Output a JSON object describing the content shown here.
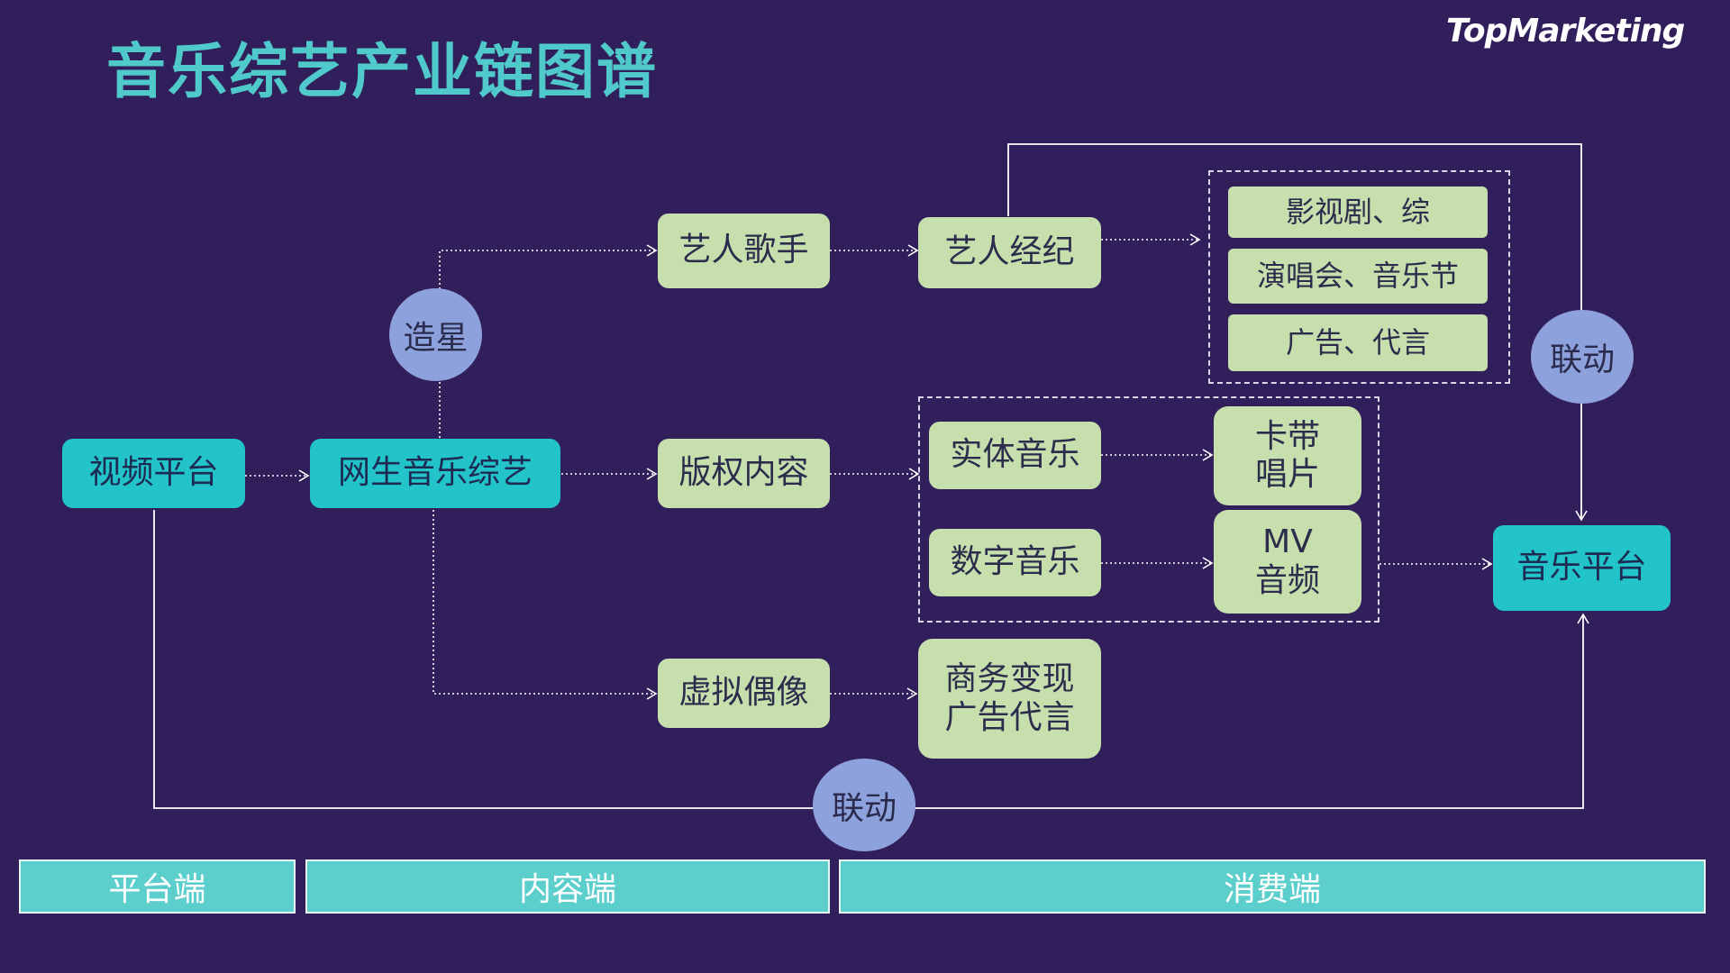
{
  "title": "音乐综艺产业链图谱",
  "logo": "TopMarketing",
  "nodes": {
    "video_platform": "视频平台",
    "online_variety": "网生音乐综艺",
    "star_making": "造星",
    "artist_singer": "艺人歌手",
    "artist_agency": "艺人经纪",
    "film_tv": "影视剧、综",
    "concert_festival": "演唱会、音乐节",
    "ads_endorse": "广告、代言",
    "copyright": "版权内容",
    "physical_music": "实体音乐",
    "cassette_record": "卡带\n唱片",
    "digital_music": "数字音乐",
    "mv_audio": "MV\n音频",
    "virtual_idol": "虚拟偶像",
    "commerce": "商务变现\n广告代言",
    "music_platform": "音乐平台",
    "linkage_top": "联动",
    "linkage_bottom": "联动"
  },
  "bands": {
    "platform": "平台端",
    "content": "内容端",
    "consumer": "消费端"
  },
  "colors": {
    "background": "#311f5b",
    "title": "#4fc9c9",
    "teal_node": "#22c3c9",
    "green_node": "#c6dfad",
    "circle_node": "#8da2dc",
    "band": "#5ccfcc"
  }
}
